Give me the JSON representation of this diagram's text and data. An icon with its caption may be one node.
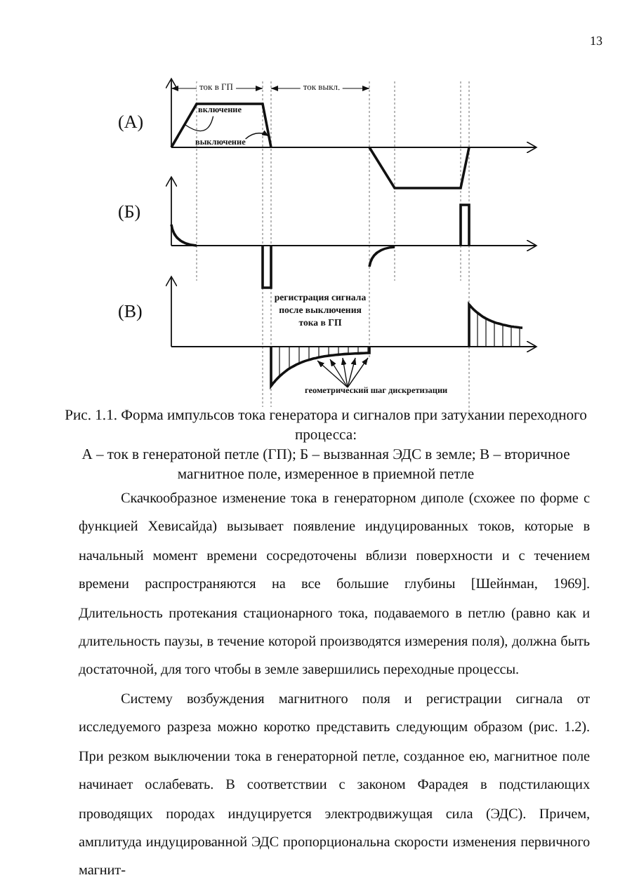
{
  "diagram": {
    "caption": "Рис. 1.1. Форма импульсов тока генератора и сигналов при затухании переходного процесса:",
    "nodes": [
      {
        "text": [
          "включение"
        ]
      },
      {
        "text": [
          "выключение"
        ]
      },
      {
        "text": [
          "геометрический шаг дискретизации"
        ]
      }
    ],
    "edges": [
      {
        "from": 0,
        "to": null,
        "arrow": "none"
      },
      {
        "from": 1,
        "to": null,
        "arrow": "to"
      },
      {
        "from": 2,
        "to": null,
        "arrow": "to"
      },
      {
        "from": 2,
        "to": null,
        "arrow": "to"
      },
      {
        "from": 2,
        "to": null,
        "arrow": "to"
      },
      {
        "from": 2,
        "to": null,
        "arrow": "to"
      },
      {
        "from": 2,
        "to": null,
        "arrow": "to"
      }
    ],
    "labels": [
      "13",
      "ток в ГП",
      "ток выкл.",
      "(А)",
      "(Б)",
      "(В)",
      "регистрация сигнала после выключения тока в ГП",
      "А – ток в генератоной петле (ГП); Б – вызванная ЭДС в земле; В – вторичное магнитное поле, измеренное в приемной петле",
      "Скачкообразное изменение тока в генераторном диполе (схожее по форме с функцией Хевисайда) вызывает появление индуцированных токов, которые в начальный момент времени сосредоточены вблизи поверхности и с течением времени распространяются на все большие глубины [Шейнман, 1969]. Длительность протекания стационарного тока, подаваемого в петлю (равно как и длительность паузы, в течение которой производятся измерения поля), должна быть достаточной, для того чтобы в земле завершились переходные процессы.",
      "Систему возбуждения магнитного поля и регистрации сигнала от исследуемого разреза можно коротко представить следующим образом (рис. 1.2). При резком выключении тока в генераторной петле, созданное ею, магнитное поле начинает ослабевать. В соответствии с законом Фарадея в подстилающих проводящих породах индуцируется электродвижущая сила (ЭДС). Причем, амплитуда индуцированной ЭДС пропорциональна скорости изменения первичного магнит-"
    ]
  }
}
